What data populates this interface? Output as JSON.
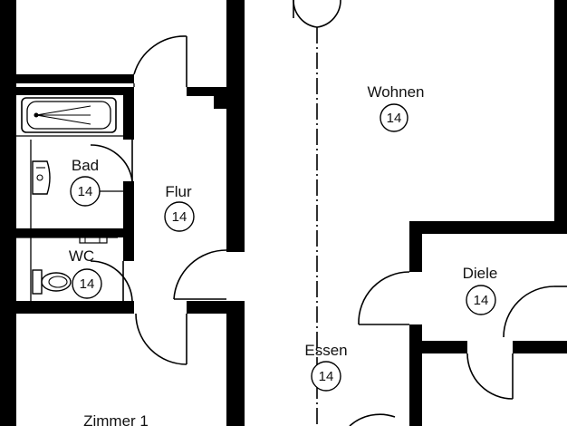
{
  "rooms": [
    {
      "id": "wohnen",
      "name": "Wohnen",
      "number": "14"
    },
    {
      "id": "bad",
      "name": "Bad",
      "number": "14"
    },
    {
      "id": "flur",
      "name": "Flur",
      "number": "14"
    },
    {
      "id": "wc",
      "name": "WC",
      "number": "14"
    },
    {
      "id": "diele",
      "name": "Diele",
      "number": "14"
    },
    {
      "id": "essen",
      "name": "Essen",
      "number": "14"
    },
    {
      "id": "zimmer1",
      "name": "Zimmer 1",
      "number": ""
    }
  ]
}
